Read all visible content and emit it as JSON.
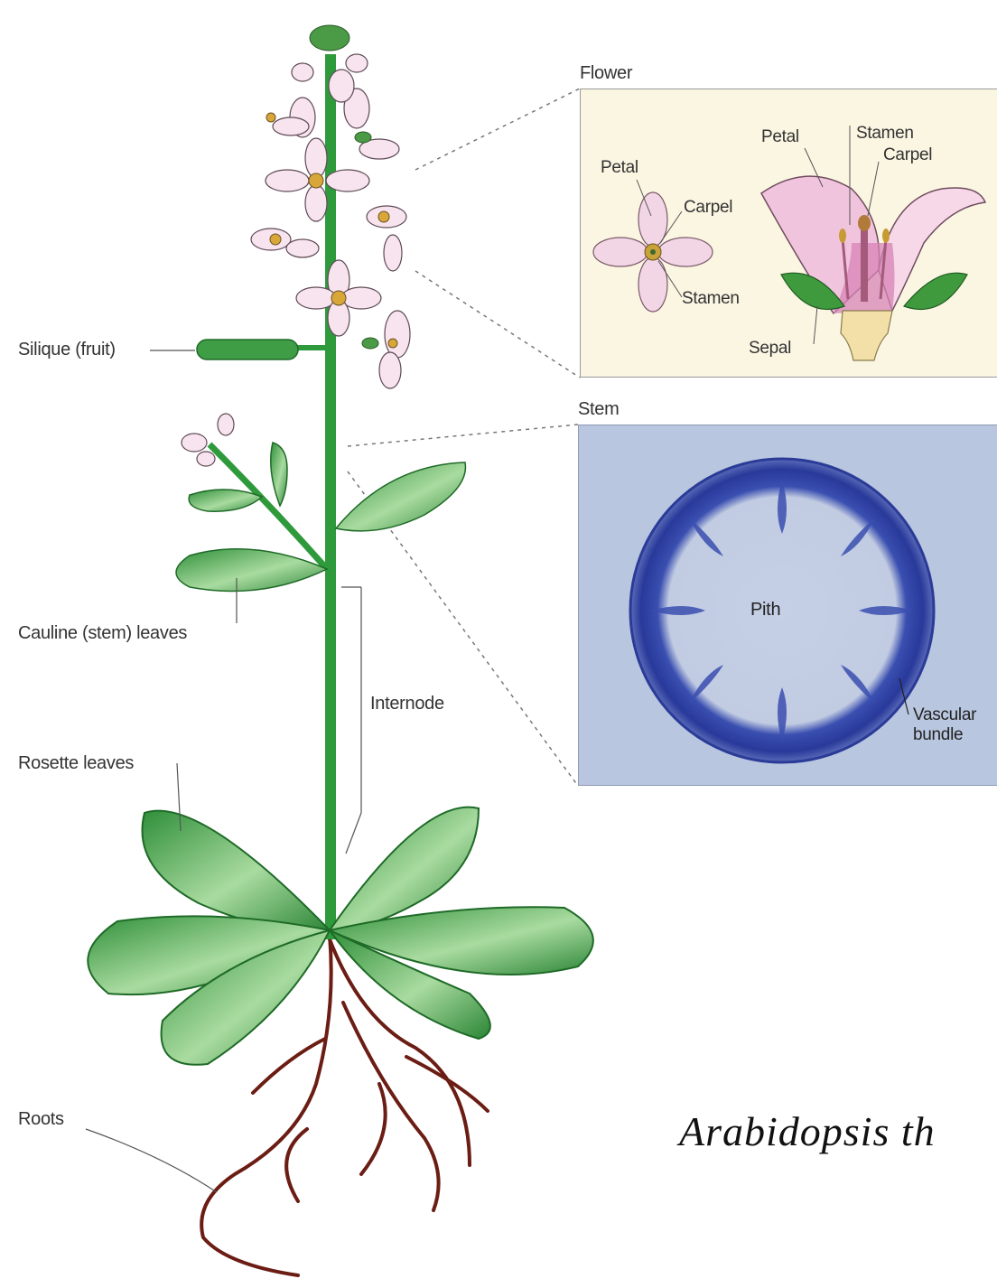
{
  "panels": {
    "flower": {
      "heading": "Flower",
      "labels": {
        "petal_left": "Petal",
        "carpel_left": "Carpel",
        "stamen_left": "Stamen",
        "petal_right": "Petal",
        "stamen_right": "Stamen",
        "carpel_right": "Carpel",
        "sepal": "Sepal"
      }
    },
    "stem": {
      "heading": "Stem",
      "labels": {
        "pith": "Pith",
        "vascular_line1": "Vascular",
        "vascular_line2": "bundle"
      }
    }
  },
  "plant_labels": {
    "silique": "Silique (fruit)",
    "cauline": "Cauline (stem) leaves",
    "internode": "Internode",
    "rosette": "Rosette leaves",
    "roots": "Roots"
  },
  "title": "Arabidopsis th",
  "colors": {
    "leaf_dark": "#2e8b3a",
    "leaf_light": "#bfe3b4",
    "stem": "#2f9a3b",
    "root": "#6b1d14",
    "petal": "#f6dceb",
    "flower_panel_bg": "#fbf6e2",
    "stem_section_stain": "#3345a8"
  }
}
